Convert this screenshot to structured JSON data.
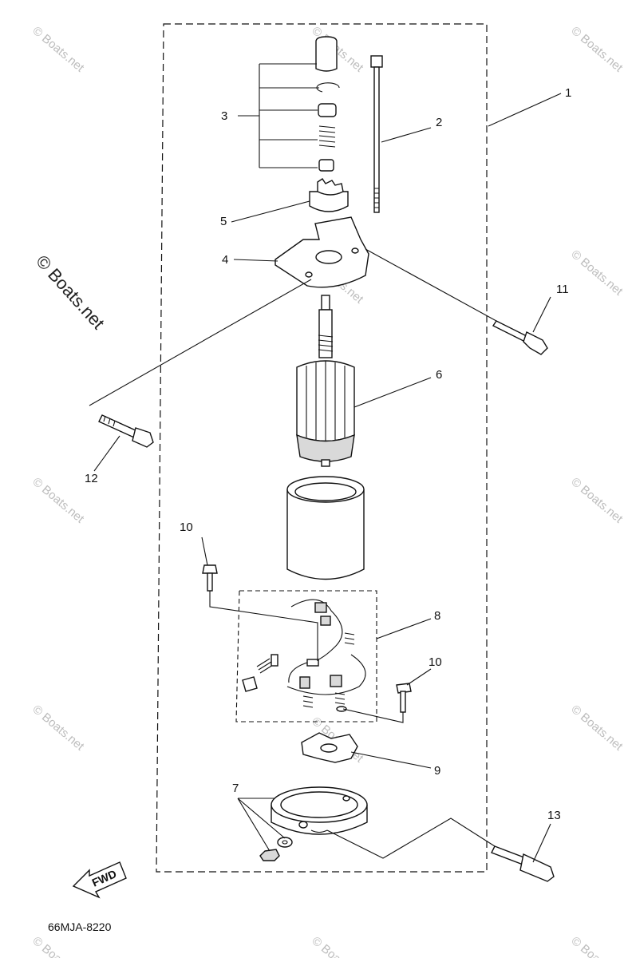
{
  "diagram": {
    "callouts": [
      {
        "id": "1",
        "text": "1"
      },
      {
        "id": "2",
        "text": "2"
      },
      {
        "id": "3",
        "text": "3"
      },
      {
        "id": "4",
        "text": "4"
      },
      {
        "id": "5",
        "text": "5"
      },
      {
        "id": "6",
        "text": "6"
      },
      {
        "id": "7",
        "text": "7"
      },
      {
        "id": "8",
        "text": "8"
      },
      {
        "id": "9",
        "text": "9"
      },
      {
        "id": "10a",
        "text": "10"
      },
      {
        "id": "10b",
        "text": "10"
      },
      {
        "id": "11",
        "text": "11"
      },
      {
        "id": "12",
        "text": "12"
      },
      {
        "id": "13",
        "text": "13"
      }
    ],
    "direction_label": "FWD",
    "part_code": "66MJA-8220",
    "watermark": "© Boats.net"
  }
}
